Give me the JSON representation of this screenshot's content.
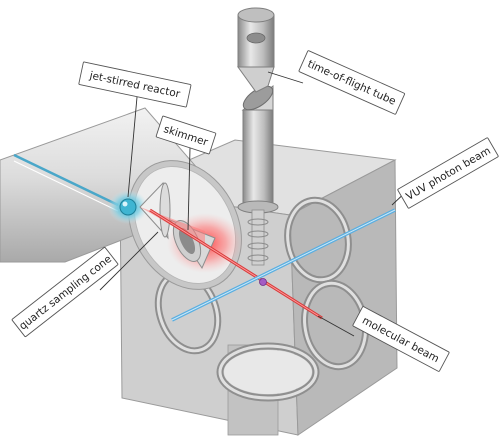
{
  "labels": {
    "time_of_flight_tube": "time-of-flight tube",
    "jet_stirred_reactor": "jet-stirred reactor",
    "skimmer": "skimmer",
    "vuv_photon_beam": "VUV photon beam",
    "quartz_sampling_cone": "quartz sampling cone",
    "molecular_beam": "molecular beam"
  },
  "colors": {
    "chamber": "#d4d4d4",
    "photon_beam": "#5aaee0",
    "molecular_beam": "#d83a3a",
    "glow": "#ff6666",
    "metal": "#a8a8a8"
  }
}
